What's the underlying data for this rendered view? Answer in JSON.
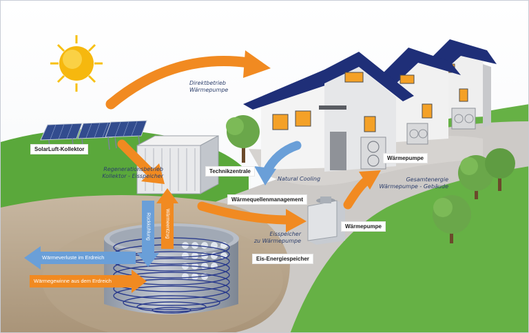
{
  "labels": {
    "solarluft_kollektor": "SolarLuft-Kollektor",
    "technikzentrale": "Technikzentrale",
    "waermequellenmanagement": "Wärmequellenmanagement",
    "waermepumpe_house": "Wärmepumpe",
    "waermepumpe_unit": "Wärmepumpe",
    "eis_energiespeicher": "Eis-Energiespeicher"
  },
  "notes": {
    "direktbetrieb": [
      "Direktbetrieb",
      "Wärmepumpe"
    ],
    "regenerationsbetrieb": [
      "Regenerationsbetrieb",
      "Kollektor - Eisspeicher"
    ],
    "natural_cooling": "Natural Cooling",
    "gesamtenergie": [
      "Gesamtenergie",
      "Wärmepumpe - Gebäude"
    ],
    "eisspeicher_zu_wp": [
      "Eisspeicher",
      "zu Wärmepumpe"
    ]
  },
  "arrows": {
    "waermeverluste": "Wärmeverluste im Erdreich",
    "waermegewinne": "Wärmegewinne aus dem Erdreich",
    "rueckkuehlung": "Rückkühlung",
    "waermeentzug": "Wärmeentzug"
  },
  "colors": {
    "orange": "#f18a21",
    "blue": "#6a9fd8",
    "navy": "#1f2f78",
    "grass": "#5aa83b",
    "path": "#c9c6c4"
  }
}
